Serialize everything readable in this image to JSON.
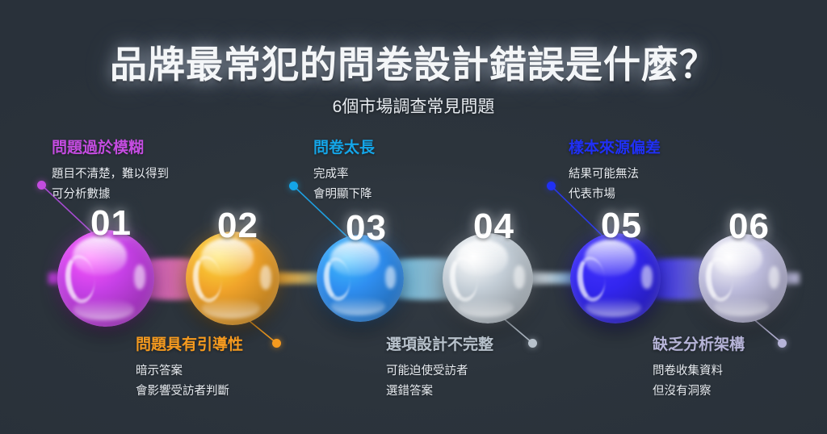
{
  "header": {
    "title": "品牌最常犯的問卷設計錯誤是什麼？",
    "subtitle": "6個市場調查常見問題"
  },
  "theme": {
    "background": "#2a323a",
    "title_color": "#f4f6f8",
    "body_text_color": "#e9edf2"
  },
  "steps": [
    {
      "number": "01",
      "heading": "問題過於模糊",
      "lines": [
        "題目不清楚，難以得到",
        "可分析數據"
      ],
      "accent": "#c44ce0",
      "sphere_color": "#c640e6",
      "position": "above"
    },
    {
      "number": "02",
      "heading": "問題具有引導性",
      "lines": [
        "暗示答案",
        "會影響受訪者判斷"
      ],
      "accent": "#f59a1f",
      "sphere_color": "#f0a32a",
      "position": "below"
    },
    {
      "number": "03",
      "heading": "問卷太長",
      "lines": [
        "完成率",
        "會明顯下降"
      ],
      "accent": "#14a5e8",
      "sphere_color": "#2f8ef0",
      "position": "above"
    },
    {
      "number": "04",
      "heading": "選項設計不完整",
      "lines": [
        "可能迫使受訪者",
        "選錯答案"
      ],
      "accent": "#b8c2cc",
      "sphere_color": "#c3cdd6",
      "position": "below"
    },
    {
      "number": "05",
      "heading": "樣本來源偏差",
      "lines": [
        "結果可能無法",
        "代表市場"
      ],
      "accent": "#2030f5",
      "sphere_color": "#3226ef",
      "position": "above"
    },
    {
      "number": "06",
      "heading": "缺乏分析架構",
      "lines": [
        "問卷收集資料",
        "但沒有洞察"
      ],
      "accent": "#b6b4d8",
      "sphere_color": "#bdbcdc",
      "position": "below"
    }
  ]
}
